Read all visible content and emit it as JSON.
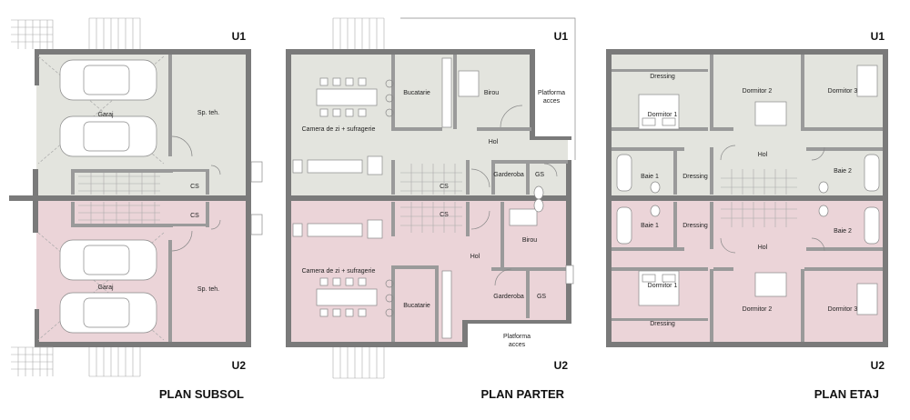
{
  "units": {
    "top": "U1",
    "bottom": "U2"
  },
  "colors": {
    "unit1": "#e3e4de",
    "unit2": "#ebd4d8",
    "wall": "#7a7a7a",
    "background": "#ffffff"
  },
  "subsol": {
    "title": "PLAN SUBSOL",
    "rooms": {
      "garaj_u1": "Garaj",
      "garaj_u2": "Garaj",
      "spteh_u1": "Sp. teh.",
      "spteh_u2": "Sp. teh.",
      "cs_u1": "CS",
      "cs_u2": "CS"
    }
  },
  "parter": {
    "title": "PLAN PARTER",
    "rooms": {
      "camera_u1": "Camera de zi + sufragerie",
      "camera_u2": "Camera de zi + sufragerie",
      "bucatarie_u1": "Bucatarie",
      "bucatarie_u2": "Bucatarie",
      "birou_u1": "Birou",
      "birou_u2": "Birou",
      "hol_u1": "Hol",
      "hol_u2": "Hol",
      "cs_u1": "CS",
      "cs_u2": "CS",
      "garderoba_u1": "Garderoba",
      "garderoba_u2": "Garderoba",
      "gs_u1": "GS",
      "gs_u2": "GS",
      "platforma_u1_a": "Platforma",
      "platforma_u1_b": "acces",
      "platforma_u2_a": "Platforma",
      "platforma_u2_b": "acces"
    }
  },
  "etaj": {
    "title": "PLAN ETAJ",
    "rooms": {
      "dressing_u1_top": "Dressing",
      "dormitor1_u1": "Dormitor 1",
      "dormitor2_u1": "Dormitor 2",
      "dormitor3_u1": "Dormitor 3",
      "baie1_u1": "Baie 1",
      "dressing_u1_mid": "Dressing",
      "hol_u1": "Hol",
      "baie2_u1": "Baie 2",
      "baie1_u2": "Baie 1",
      "dressing_u2_mid": "Dressing",
      "hol_u2": "Hol",
      "baie2_u2": "Baie 2",
      "dormitor1_u2": "Dormitor 1",
      "dressing_u2_bot": "Dressing",
      "dormitor2_u2": "Dormitor 2",
      "dormitor3_u2": "Dormitor 3"
    }
  }
}
